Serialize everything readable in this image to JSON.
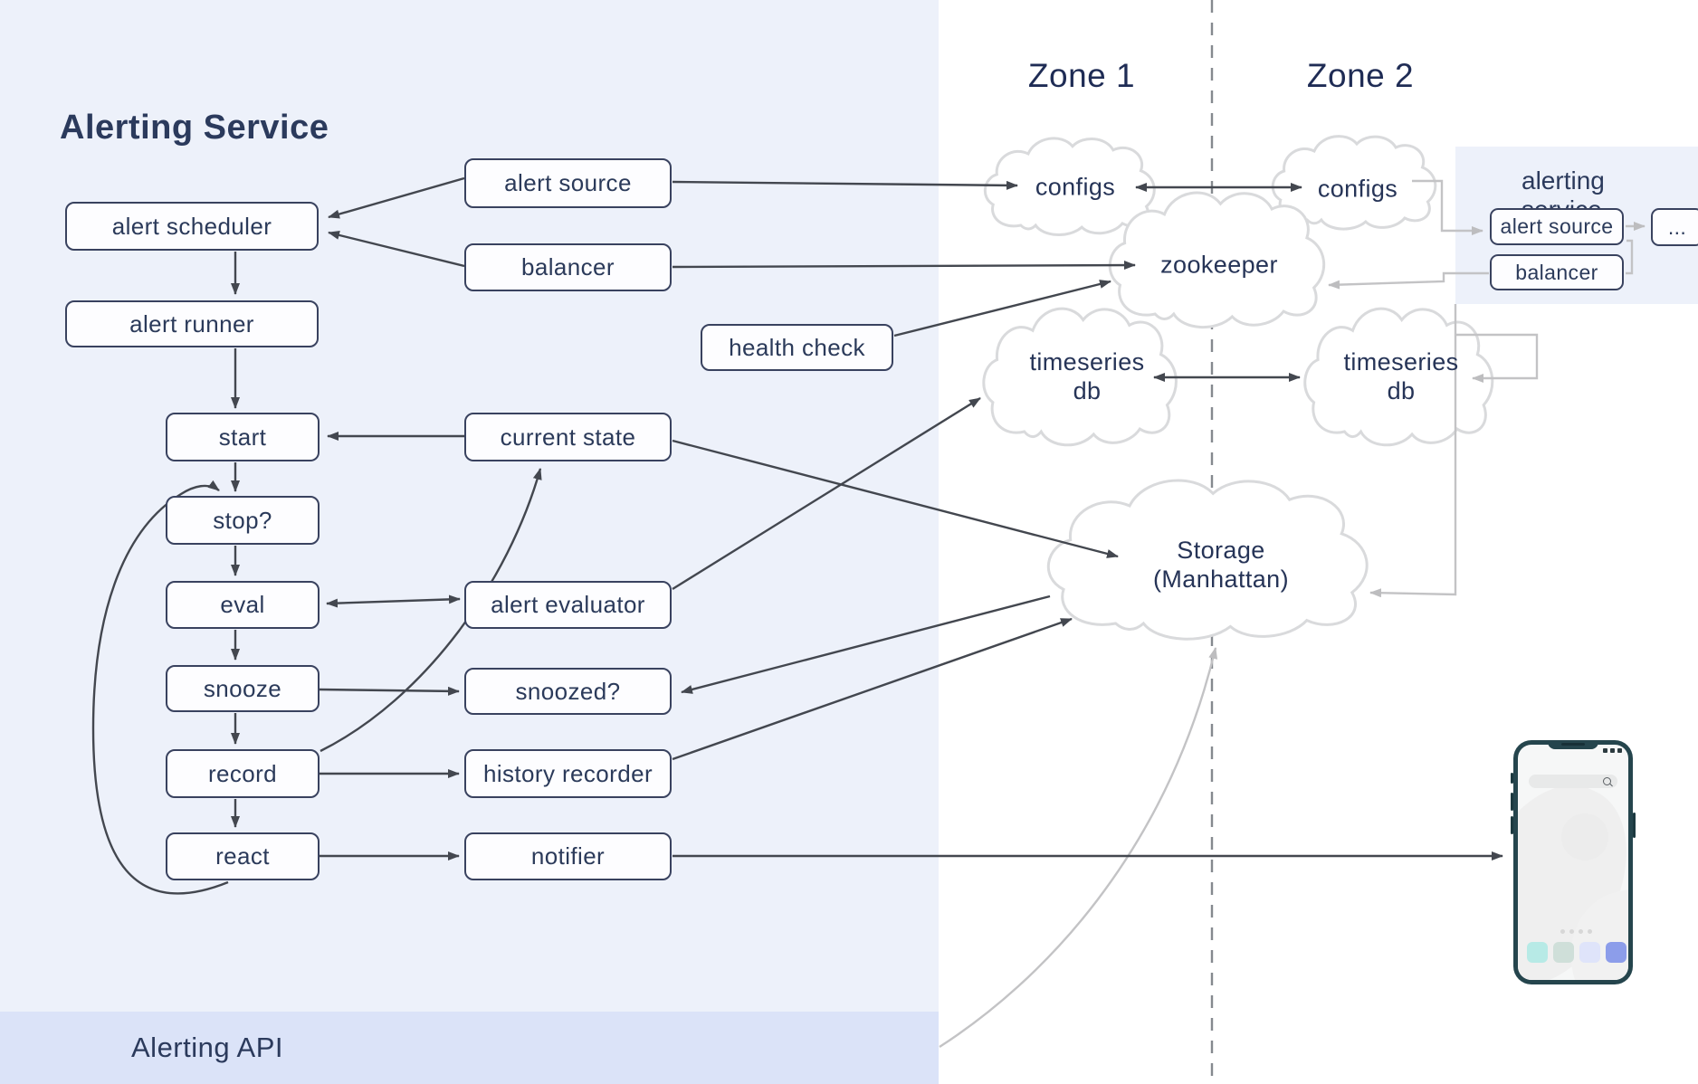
{
  "page": {
    "title": "Alerting Service",
    "api_bar_label": "Alerting API"
  },
  "zones": {
    "zone1": "Zone 1",
    "zone2": "Zone 2"
  },
  "flow": {
    "scheduler": "alert scheduler",
    "runner": "alert runner",
    "start": "start",
    "stop": "stop?",
    "eval": "eval",
    "snooze": "snooze",
    "record": "record",
    "react": "react"
  },
  "components": {
    "alert_source": "alert source",
    "balancer": "balancer",
    "health_check": "health check",
    "current_state": "current state",
    "alert_evaluator": "alert evaluator",
    "snoozed": "snoozed?",
    "history_recorder": "history recorder",
    "notifier": "notifier"
  },
  "clouds": {
    "configs_zone1": "configs",
    "configs_zone2": "configs",
    "zookeeper": "zookeeper",
    "timeseries_zone1_line1": "timeseries",
    "timeseries_zone1_line2": "db",
    "timeseries_zone2_line1": "timeseries",
    "timeseries_zone2_line2": "db",
    "storage_line1": "Storage",
    "storage_line2": "(Manhattan)"
  },
  "service_panel": {
    "title": "alerting service",
    "alert_source": "alert source",
    "balancer": "balancer",
    "more": "..."
  },
  "phone": {
    "icons": [
      "search-icon",
      "app-icon-1",
      "app-icon-2",
      "app-icon-3",
      "app-icon-4"
    ]
  },
  "colors": {
    "panel_bg": "#edf1fa",
    "api_bar_bg": "#dbe3f8",
    "navy_text": "#2b3a5c",
    "box_border": "#39425f",
    "dark_line": "#43474f",
    "gray_line": "#c3c3c5",
    "cloud_stroke": "#d9dadc",
    "zone_divider": "#85898f",
    "phone_frame": "#25454d",
    "app_icon_1": "#b7eae6",
    "app_icon_2": "#cfdfd9",
    "app_icon_3": "#dfe4fa",
    "app_icon_4": "#8c9dea"
  }
}
